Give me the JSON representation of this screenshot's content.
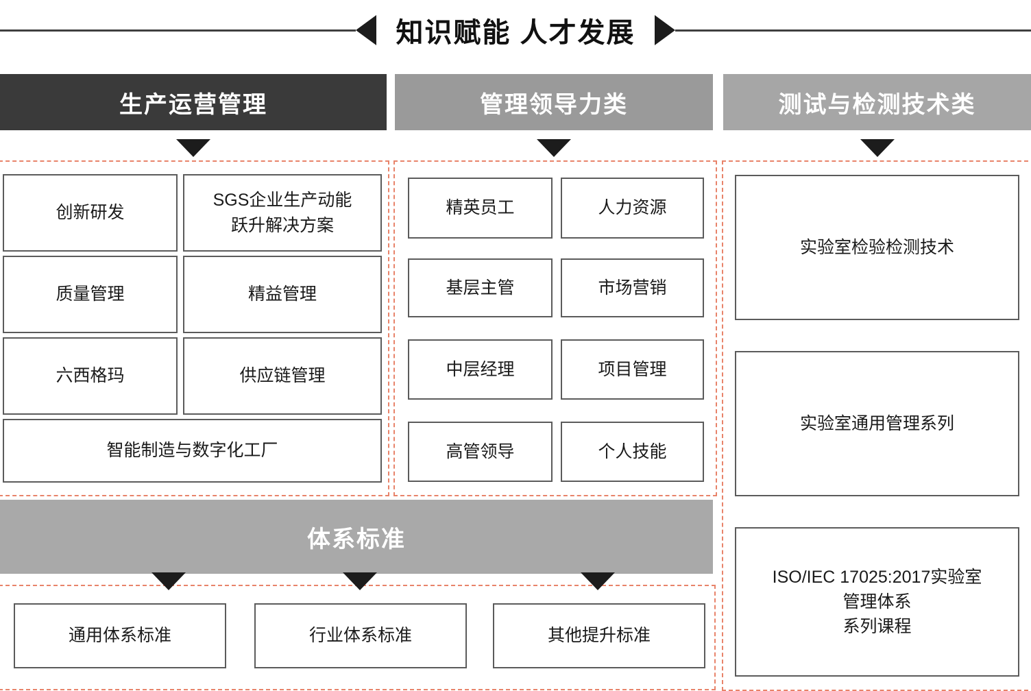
{
  "header": {
    "title": "知识赋能 人才发展"
  },
  "columns": [
    {
      "id": "production",
      "header": "生产运营管理",
      "header_color": "#3a3a3a",
      "items": [
        "创新研发",
        "SGS企业生产动能\n跃升解决方案",
        "质量管理",
        "精益管理",
        "六西格玛",
        "供应链管理",
        "智能制造与数字化工厂"
      ]
    },
    {
      "id": "management",
      "header": "管理领导力类",
      "header_color": "#9a9a9a",
      "items": [
        "精英员工",
        "人力资源",
        "基层主管",
        "市场营销",
        "中层经理",
        "项目管理",
        "高管领导",
        "个人技能"
      ]
    },
    {
      "id": "testing",
      "header": "测试与检测技术类",
      "header_color": "#a6a6a6",
      "items": [
        "实验室检验检测技术",
        "实验室通用管理系列",
        "ISO/IEC 17025:2017实验室\n管理体系\n系列课程"
      ]
    }
  ],
  "standards": {
    "band_label": "体系标准",
    "band_color": "#a9a9a9",
    "items": [
      "通用体系标准",
      "行业体系标准",
      "其他提升标准"
    ]
  },
  "style": {
    "accent_dashed": "#e8836a",
    "arrow_color": "#1c1c1c",
    "cell_border": "#5b5b5b"
  }
}
